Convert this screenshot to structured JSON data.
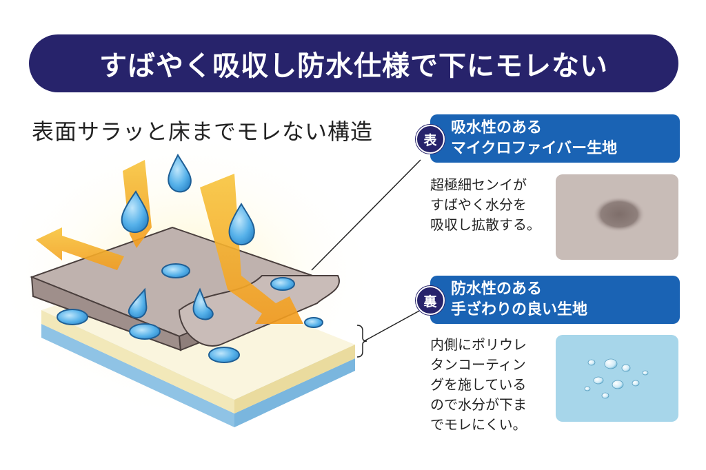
{
  "banner": {
    "title": "すばやく吸収し防水仕様で下にモレない"
  },
  "subtitle": "表面サラッと床までモレない構造",
  "omote": {
    "badge": "表",
    "heading": [
      "吸水性のある",
      "マイクロファイバー生地"
    ],
    "description": [
      "超極細センイが",
      "すばやく水分を",
      "吸収し拡散する。"
    ]
  },
  "ura": {
    "badge": "裏",
    "heading": [
      "防水性のある",
      "手ざわりの良い生地"
    ],
    "description": [
      "内側にポリウレ",
      "タンコーティン",
      "グを施している",
      "ので水分が下ま",
      "でモレにくい。"
    ]
  },
  "colors": {
    "banner": "#27236b",
    "pill": "#1a63b4",
    "arrow": "#f5b324",
    "drop": "#5ab4e8",
    "top_fabric": "#b8a9a6",
    "middle_layer": "#f5efd0",
    "bottom_layer": "#a9d3ec"
  }
}
